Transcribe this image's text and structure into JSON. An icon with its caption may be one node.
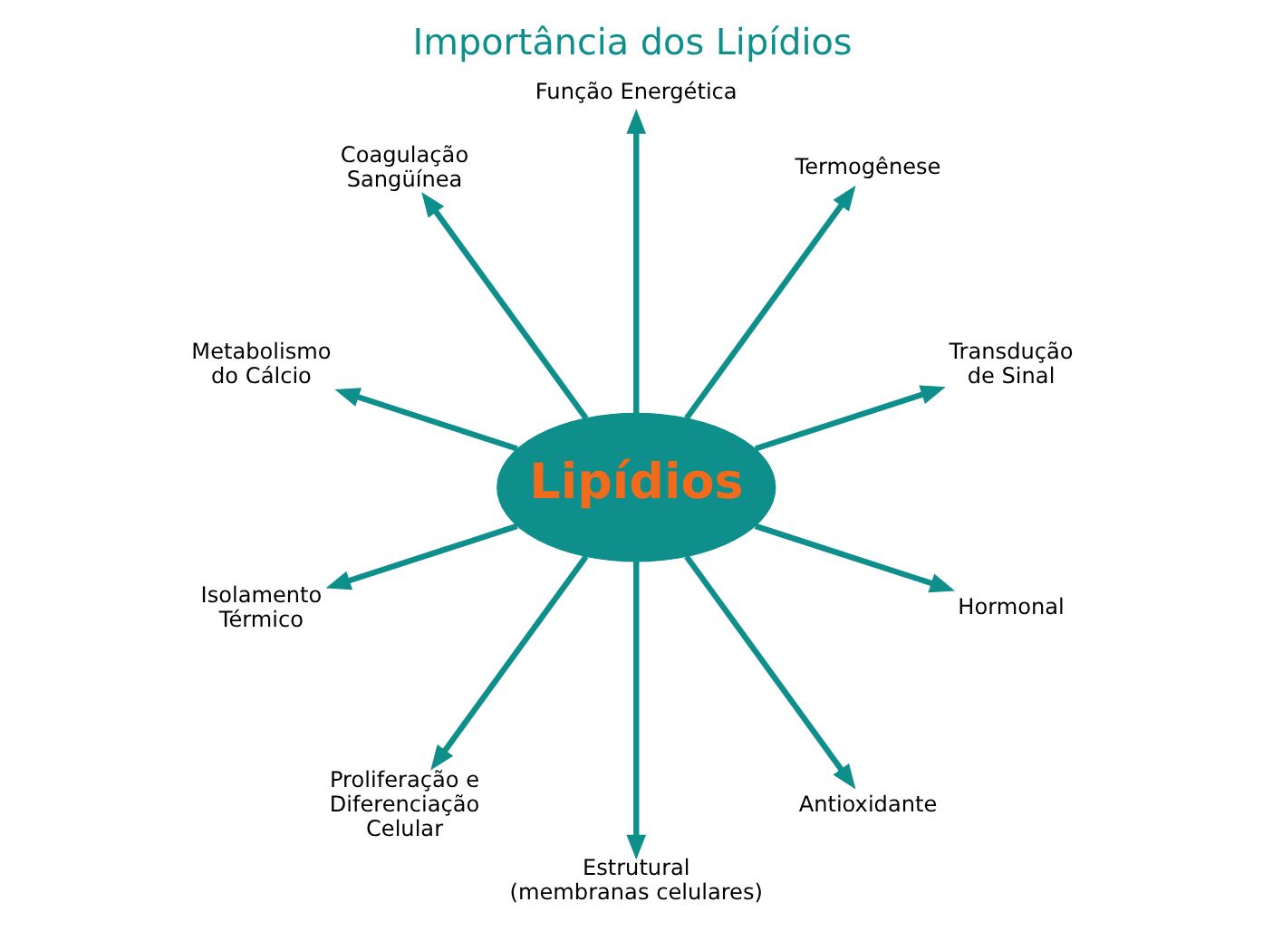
{
  "diagram": {
    "title": "Importância dos Lipídios",
    "nodes": [
      {
        "text": [
          "Lipídios"
        ]
      },
      {
        "text": [
          "Coagulação Sangüínea"
        ]
      },
      {
        "text": [
          "Função Energética"
        ]
      },
      {
        "text": [
          "Termogênese"
        ]
      },
      {
        "text": [
          "Metabolismo do Cálcio"
        ]
      },
      {
        "text": [
          "Transdução de Sinal"
        ]
      },
      {
        "text": [
          "Isolamento Térmico"
        ]
      },
      {
        "text": [
          "Hormonal"
        ]
      },
      {
        "text": [
          "Proliferação e Diferenciação Celular"
        ]
      },
      {
        "text": [
          "Antioxidante"
        ]
      },
      {
        "text": [
          "Estrutural (membranas celulares)"
        ]
      }
    ],
    "edges": [
      {
        "from": 0,
        "to": 2,
        "arrow": "to"
      },
      {
        "from": 0,
        "to": 3,
        "arrow": "to"
      },
      {
        "from": 0,
        "to": 5,
        "arrow": "to"
      },
      {
        "from": 0,
        "to": 7,
        "arrow": "to"
      },
      {
        "from": 0,
        "to": 9,
        "arrow": "to"
      },
      {
        "from": 0,
        "to": 10,
        "arrow": "to"
      },
      {
        "from": 0,
        "to": 8,
        "arrow": "to"
      },
      {
        "from": 0,
        "to": 6,
        "arrow": "to"
      },
      {
        "from": 0,
        "to": 4,
        "arrow": "to"
      },
      {
        "from": 0,
        "to": 1,
        "arrow": "to"
      }
    ]
  }
}
